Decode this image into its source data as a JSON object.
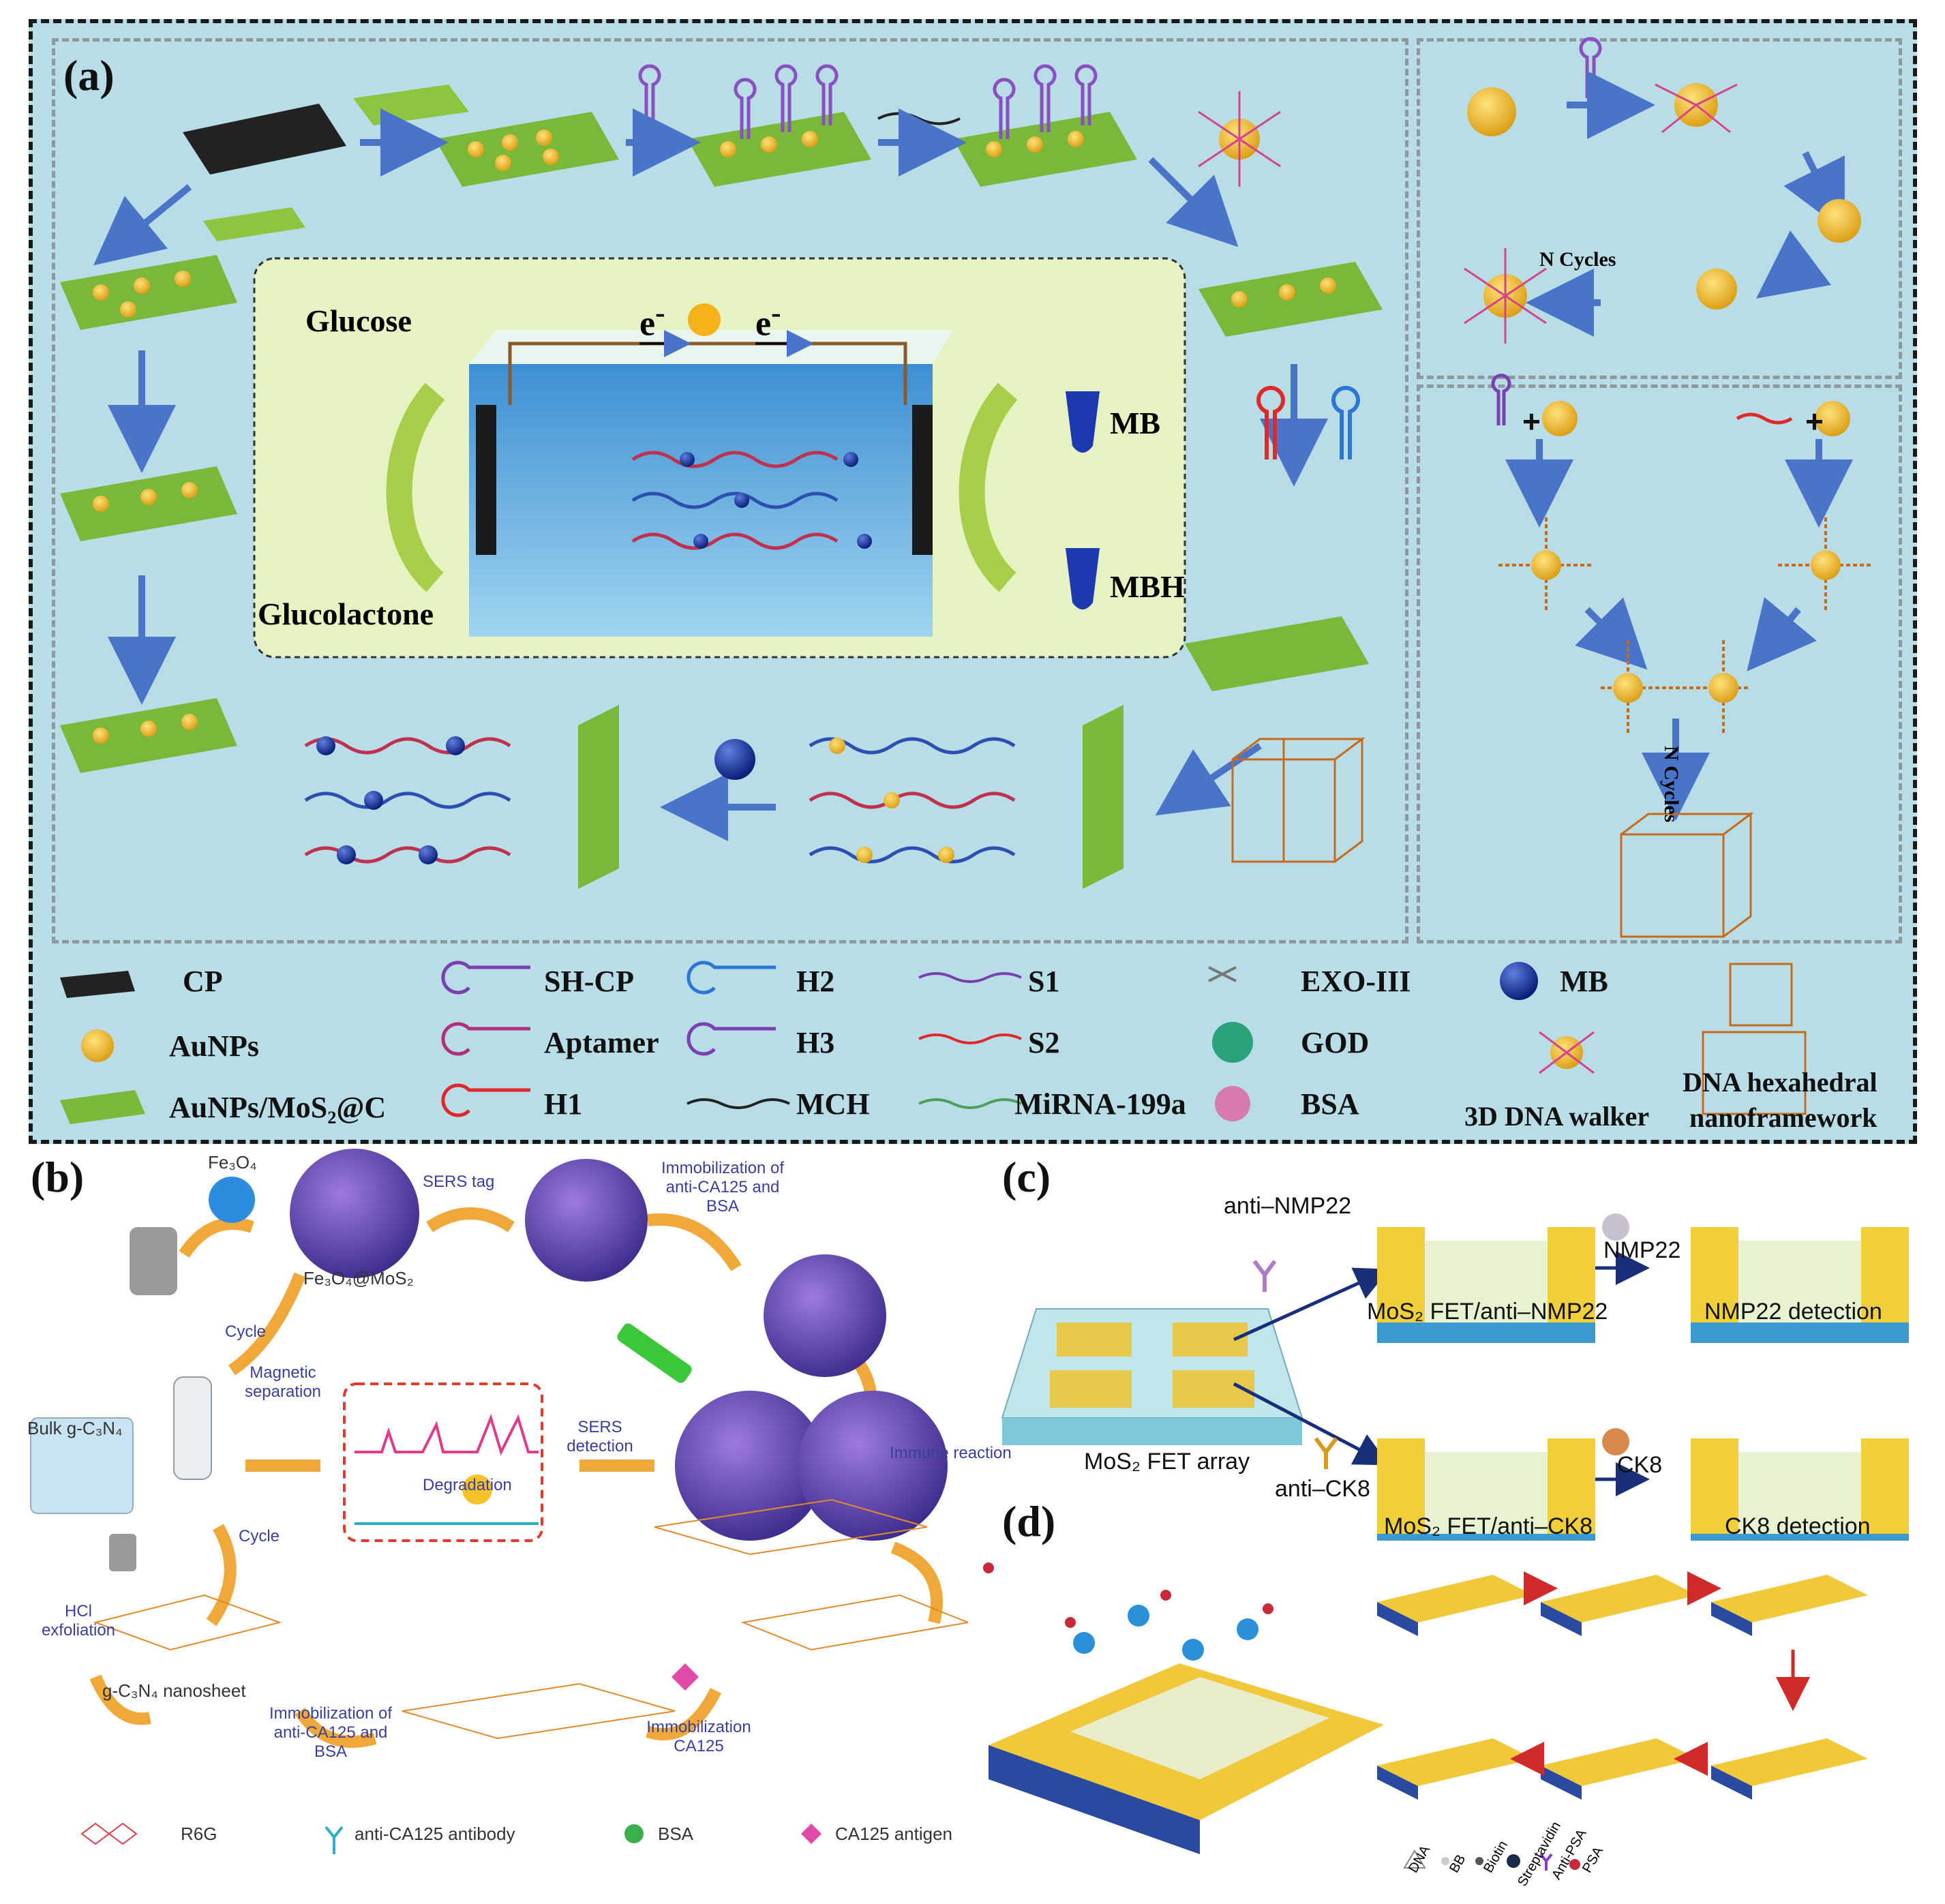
{
  "panel_a": {
    "label": "(a)",
    "cell": {
      "glucose": "Glucose",
      "glucolactone": "Glucolactone",
      "mb": "MB",
      "mbh": "MBH",
      "electron": "e",
      "electron_sup": "-"
    },
    "walker_cycles": "N Cycles",
    "frame_cycles": "N Cycles",
    "legend": [
      {
        "label": "CP"
      },
      {
        "label": "AuNPs"
      },
      {
        "label": "AuNPs/MoS₂@C"
      },
      {
        "label": "SH-CP"
      },
      {
        "label": "Aptamer"
      },
      {
        "label": "H1"
      },
      {
        "label": "H2"
      },
      {
        "label": "H3"
      },
      {
        "label": "MCH"
      },
      {
        "label": "S1"
      },
      {
        "label": "S2"
      },
      {
        "label": "MiRNA-199a"
      },
      {
        "label": "EXO-III"
      },
      {
        "label": "GOD"
      },
      {
        "label": "BSA"
      },
      {
        "label": "MB"
      },
      {
        "label": "3D DNA walker"
      },
      {
        "label": "DNA hexahedral"
      },
      {
        "label": "nanoframework"
      }
    ],
    "colors": {
      "panel_bg": "#b8dde6",
      "arrow": "#4a74c8",
      "cell_bg": "#e6f2c2",
      "green_arrow": "#a7cf4a"
    }
  },
  "panel_b": {
    "label": "(b)",
    "fe3o4": "Fe₃O₄",
    "fe3o4_mos2": "Fe₃O₄@MoS₂",
    "sers_tag": "SERS tag",
    "immob_top": "Immobilization of anti-CA125 and BSA",
    "cycle1": "Cycle",
    "magnetic": "Magnetic separation",
    "sers_detection": "SERS detection",
    "degradation": "Degradation",
    "immune": "Immune reaction",
    "bulk": "Bulk g-C₃N₄",
    "cycle2": "Cycle",
    "hcl": "HCl exfoliation",
    "nanosheet": "g-C₃N₄ nanosheet",
    "immob_bottom": "Immobilization of anti-CA125 and BSA",
    "immob_ca125": "Immobilization CA125",
    "legend": [
      "R6G",
      "anti-CA125 antibody",
      "BSA",
      "CA125 antigen"
    ]
  },
  "panel_c": {
    "label": "(c)",
    "anti_nmp22": "anti–NMP22",
    "nmp22": "NMP22",
    "fet_nmp22": "MoS₂ FET/anti–NMP22",
    "nmp22_detection": "NMP22 detection",
    "array": "MoS₂ FET array",
    "anti_ck8": "anti–CK8",
    "ck8": "CK8",
    "fet_ck8": "MoS₂ FET/anti–CK8",
    "ck8_detection": "CK8 detection"
  },
  "panel_d": {
    "label": "(d)",
    "legend": [
      "DNA",
      "BB",
      "Biotin",
      "Streptavidin",
      "Anti-PSA",
      "PSA"
    ]
  }
}
